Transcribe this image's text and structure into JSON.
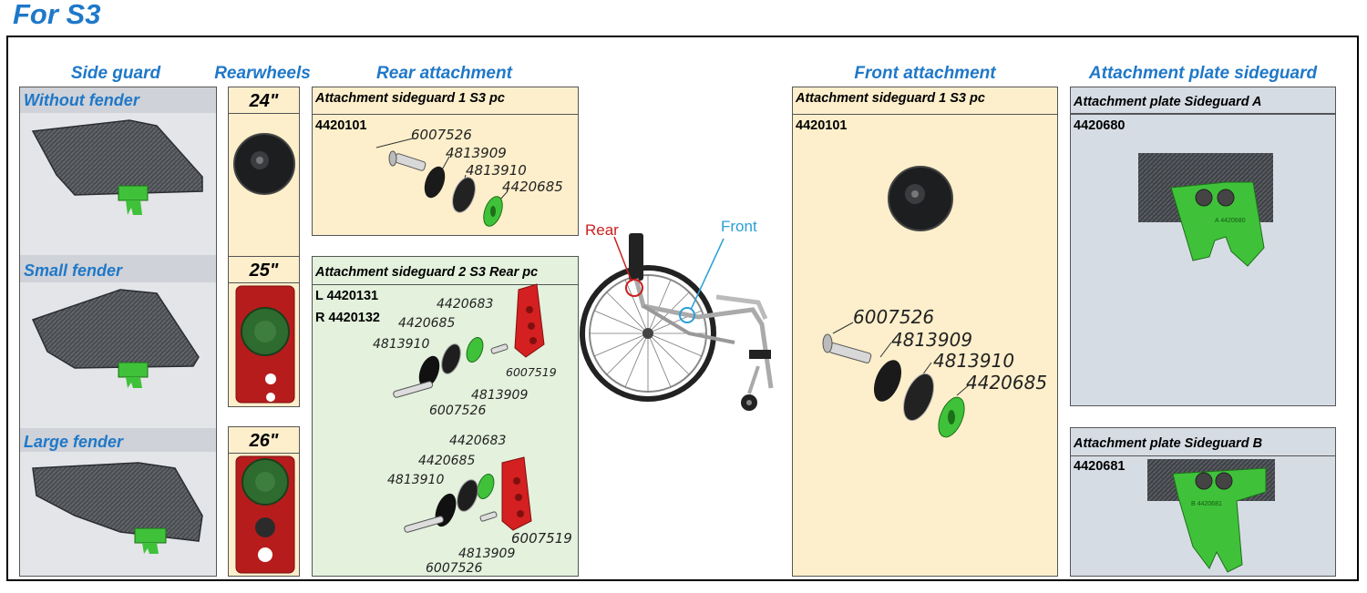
{
  "title": "For S3",
  "headers": {
    "side_guard": "Side guard",
    "rearwheels": "Rearwheels",
    "rear_attachment": "Rear attachment",
    "front_attachment": "Front attachment",
    "attachment_plate_sideguard": "Attachment plate sideguard"
  },
  "side_guard": {
    "without_fender": "Without fender",
    "small_fender": "Small fender",
    "large_fender": "Large fender"
  },
  "rearwheels": {
    "w24": "24\"",
    "w25": "25\"",
    "w26": "26\""
  },
  "rear_attachment": {
    "box1_title": "Attachment sideguard 1 S3 pc",
    "box1_code": "4420101",
    "box1_parts": [
      "6007526",
      "4813909",
      "4813910",
      "4420685"
    ],
    "box2_title": "Attachment sideguard 2 S3 Rear pc",
    "box2_code_l": "L 4420131",
    "box2_code_r": "R 4420132",
    "box2_parts_a": [
      "4420683",
      "4420685",
      "4813910",
      "6007519",
      "4813909",
      "6007526"
    ],
    "box2_parts_b": [
      "4420683",
      "4420685",
      "4813910",
      "6007519",
      "4813909",
      "6007526"
    ]
  },
  "wheelchair": {
    "rear_label": "Rear",
    "front_label": "Front"
  },
  "front_attachment": {
    "title": "Attachment sideguard 1 S3 pc",
    "code": "4420101",
    "parts": [
      "6007526",
      "4813909",
      "4813910",
      "4420685"
    ]
  },
  "attachment_plate": {
    "a_title": "Attachment plate Sideguard A",
    "a_code": "4420680",
    "a_marking": "A 4420680",
    "b_title": "Attachment plate Sideguard B",
    "b_code": "4420681",
    "b_marking": "B 4420681"
  },
  "colors": {
    "accent": "#1f78c8",
    "rear": "#cc1f1f",
    "front": "#2a9fd8",
    "part_green": "#3fc23a",
    "part_red": "#d42020"
  }
}
